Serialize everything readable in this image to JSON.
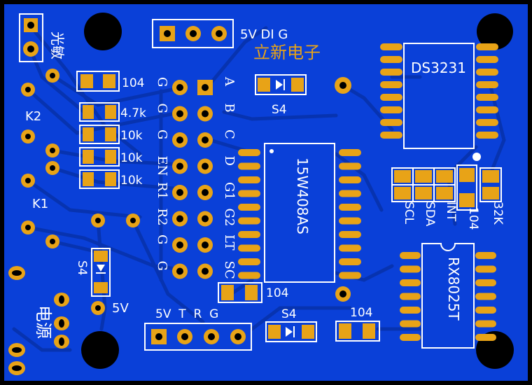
{
  "colors": {
    "board": "#0a40d8",
    "board_edge": "#000000",
    "copper": "#e8a317",
    "silkscreen": "#ffffff",
    "brand": "#e8a317",
    "drill": "#000000"
  },
  "labels": {
    "brand": "立新电子",
    "top_header": "5V DI G",
    "rtc_top_chip": "DS3231",
    "mcu_chip": "15W408AS",
    "rtc_bottom_chip": "RX8025T",
    "light_sensor": "光敏",
    "power": "电源",
    "k2": "K2",
    "k1": "K1",
    "cap_top": "104",
    "res1": "4.7k",
    "res2": "10k",
    "res3": "10k",
    "res4": "10k",
    "diode_top": "S4",
    "diode_left": "S4",
    "diode_bottom": "S4",
    "label_5v": "5V",
    "cap_mcu": "104",
    "cap_bottom": "104",
    "cap_rtc": "104",
    "bottom_header": "5V  T  R  G",
    "i2c_scl": "SCL",
    "i2c_sda": "SDA",
    "i2c_int": "INT",
    "i2c_32k": "32K",
    "header_left_col": [
      "G",
      "G",
      "G",
      "EN",
      "R1",
      "R2",
      "G",
      "G"
    ],
    "header_right_col": [
      "A",
      "B",
      "C",
      "D",
      "G1",
      "G2",
      "LT",
      "SC"
    ]
  }
}
